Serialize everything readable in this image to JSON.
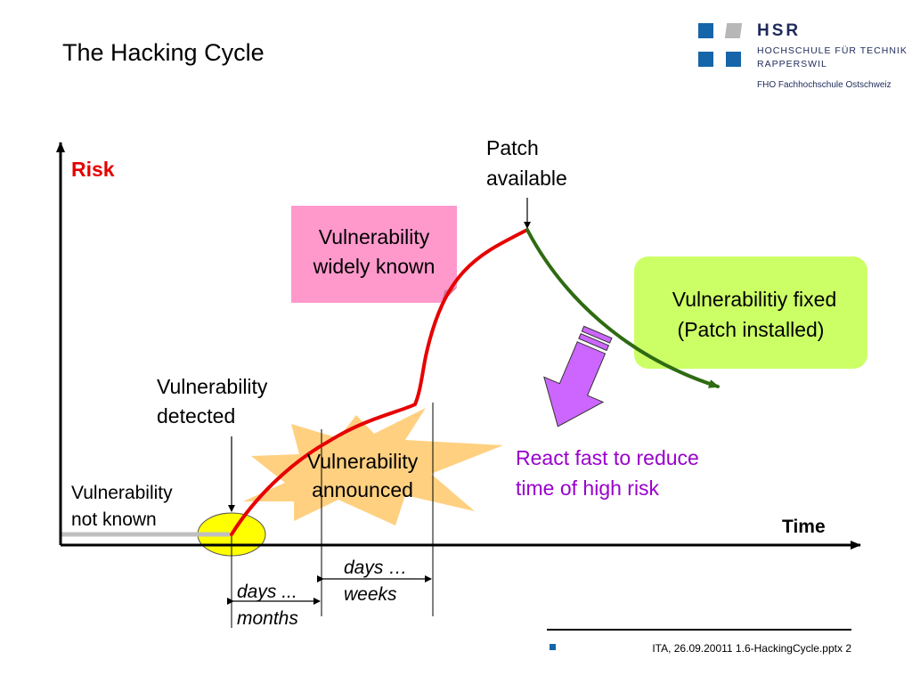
{
  "slide": {
    "title": "The Hacking Cycle"
  },
  "logo": {
    "name": "HSR",
    "line1": "HOCHSCHULE FÜR TECHNIK",
    "line2": "RAPPERSWIL",
    "line3": "FHO Fachhochschule Ostschweiz",
    "colors": {
      "blue": "#1565a8",
      "gray": "#b7b7b7"
    }
  },
  "axes": {
    "y_label": "Risk",
    "x_label": "Time"
  },
  "labels": {
    "not_known_1": "Vulnerability",
    "not_known_2": "not known",
    "detected_1": "Vulnerability",
    "detected_2": "detected",
    "announced_1": "Vulnerability",
    "announced_2": "announced",
    "widely_known_1": "Vulnerability",
    "widely_known_2": "widely known",
    "patch_1": "Patch",
    "patch_2": "available",
    "fixed_1": "Vulnerabilitiy fixed",
    "fixed_2": "(Patch installed)",
    "react_1": "React fast to reduce",
    "react_2": "time of high risk",
    "days_months_1": "days ...",
    "days_months_2": "months",
    "days_weeks_1": "days …",
    "days_weeks_2": "weeks"
  },
  "footer": {
    "text": "ITA, 26.09.20011 1.6-HackingCycle.pptx 2"
  },
  "colors": {
    "risk_label": "#e60000",
    "risk_curve": "#e60000",
    "fixed_curve": "#2e6b12",
    "sticky_note": "#ff99cc",
    "green_box": "#ccff66",
    "starburst": "#ffd080",
    "ellipse": "#ffff00",
    "arrow": "#cc66ff",
    "react_text": "#9900cc",
    "baseline_gray": "#bfbfbf"
  }
}
